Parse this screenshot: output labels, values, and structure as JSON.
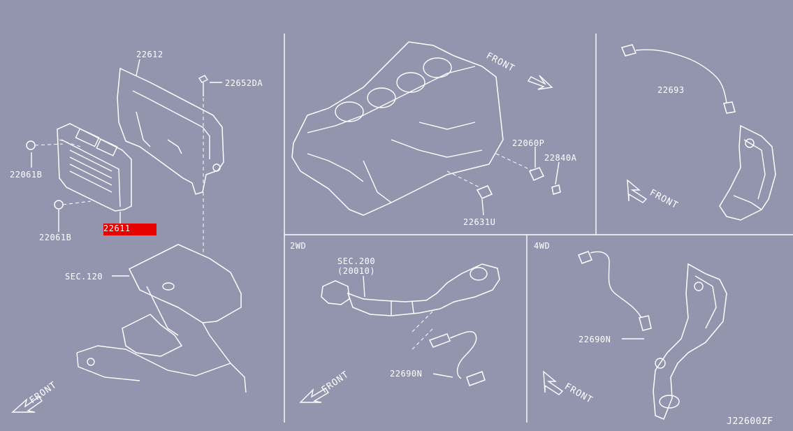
{
  "panels": {
    "two_wd": "2WD",
    "four_wd": "4WD"
  },
  "labels": {
    "p22612": "22612",
    "p22652da": "22652DA",
    "p22061b_top": "22061B",
    "p22061b_bot": "22061B",
    "p22611": "22611",
    "sec120": "SEC.120",
    "p22060p": "22060P",
    "p22840a": "22840A",
    "p22631u": "22631U",
    "p22693": "22693",
    "sec200": "SEC.200",
    "sec200_sub": "(20010)",
    "p22690n_2wd": "22690N",
    "p22690n_4wd": "22690N"
  },
  "front_text": "FRONT",
  "diagram_code": "J22600ZF",
  "colors": {
    "background": "#9394ad",
    "linework": "#ffffff",
    "highlight": "#e60000"
  }
}
